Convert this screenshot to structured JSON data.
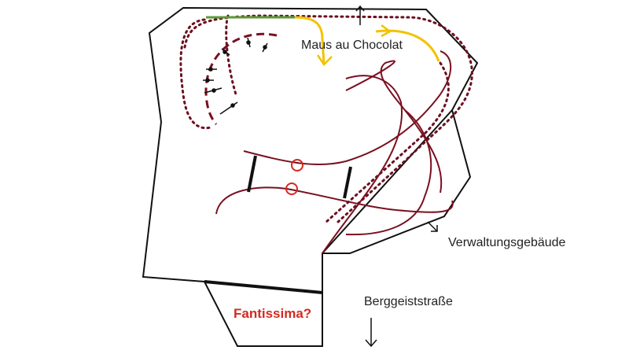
{
  "labels": {
    "maus_au_chocolat": "Maus au Chocolat",
    "verwaltungsgebaeude": "Verwaltungsgebäude",
    "berggeiststrasse": "Berggeiststraße",
    "fantissima": "Fantissima?"
  },
  "colors": {
    "outline": "#111111",
    "track": "#7a1020",
    "yellow_track": "#f2c200",
    "green_track": "#5c9a3a",
    "marker": "#d42a1f",
    "red_label": "#d42a1f",
    "text": "#222222"
  }
}
